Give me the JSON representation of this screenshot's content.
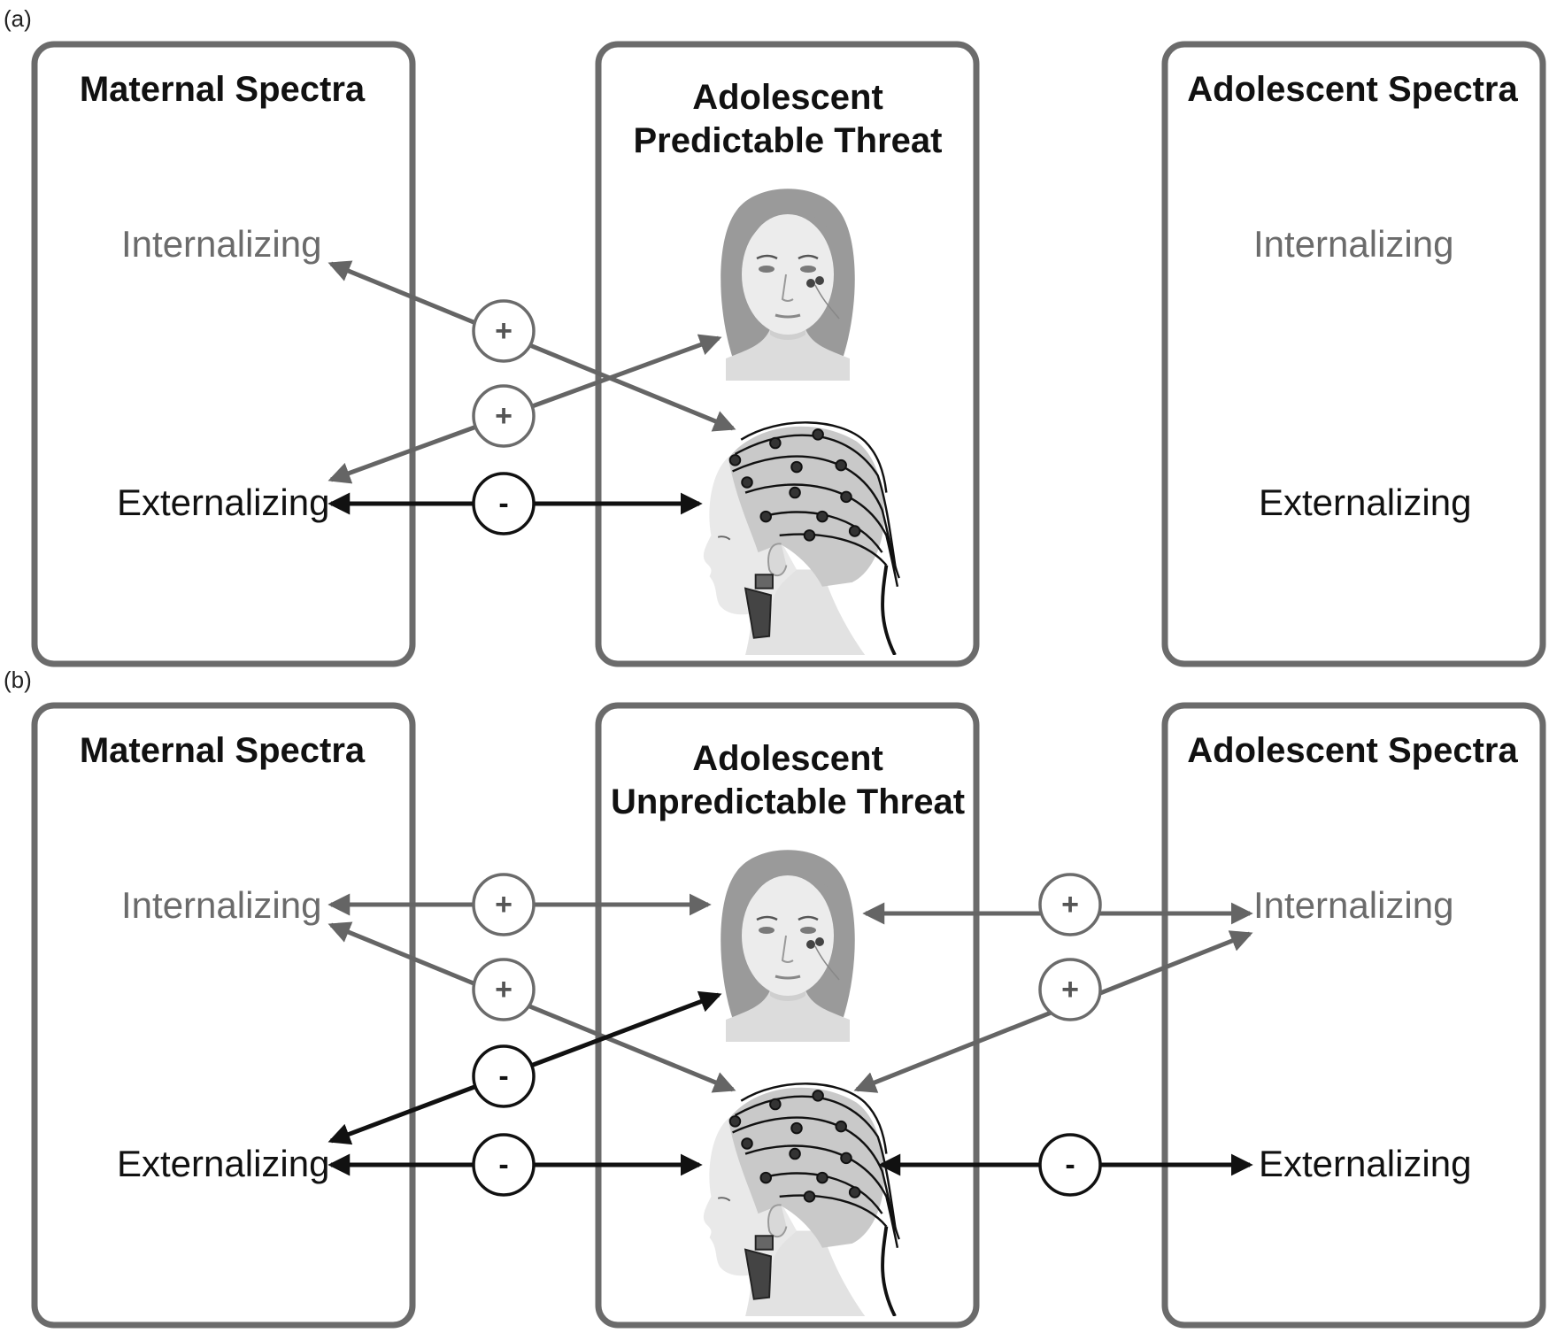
{
  "panels": [
    {
      "label": "(a)",
      "maternal_title": "Maternal Spectra",
      "center_title_line1": "Adolescent",
      "center_title_line2": "Predictable Threat",
      "adolescent_title": "Adolescent Spectra",
      "maternal_internalizing": "Internalizing",
      "maternal_externalizing": "Externalizing",
      "adolescent_internalizing": "Internalizing",
      "adolescent_externalizing": "Externalizing",
      "paths": [
        {
          "from": "Maternal Internalizing",
          "to": "EEG",
          "sign": "+"
        },
        {
          "from": "Maternal Externalizing",
          "to": "Startle",
          "sign": "+"
        },
        {
          "from": "Maternal Externalizing",
          "to": "EEG",
          "sign": "-"
        }
      ]
    },
    {
      "label": "(b)",
      "maternal_title": "Maternal Spectra",
      "center_title_line1": "Adolescent",
      "center_title_line2": "Unpredictable Threat",
      "adolescent_title": "Adolescent Spectra",
      "maternal_internalizing": "Internalizing",
      "maternal_externalizing": "Externalizing",
      "adolescent_internalizing": "Internalizing",
      "adolescent_externalizing": "Externalizing",
      "paths": [
        {
          "from": "Maternal Internalizing",
          "to": "Startle",
          "sign": "+"
        },
        {
          "from": "Maternal Internalizing",
          "to": "EEG",
          "sign": "+"
        },
        {
          "from": "Maternal Externalizing",
          "to": "Startle",
          "sign": "-"
        },
        {
          "from": "Maternal Externalizing",
          "to": "EEG",
          "sign": "-"
        },
        {
          "from": "Startle",
          "to": "Adolescent Internalizing",
          "sign": "+"
        },
        {
          "from": "EEG",
          "to": "Adolescent Internalizing",
          "sign": "+"
        },
        {
          "from": "EEG",
          "to": "Adolescent Externalizing",
          "sign": "-"
        }
      ]
    }
  ]
}
